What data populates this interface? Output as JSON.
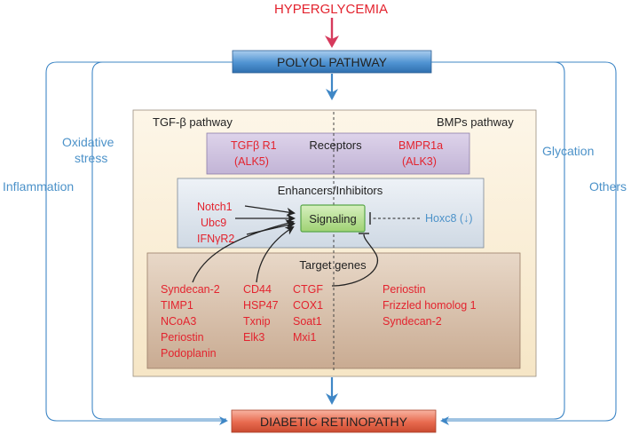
{
  "top_input": "HYPERGLYCEMIA",
  "polyol": "POLYOL PATHWAY",
  "outcome": "DIABETIC RETINOPATHY",
  "side_factors": {
    "inflammation": "Inflammation",
    "oxidative_1": "Oxidative",
    "oxidative_2": "stress",
    "glycation": "Glycation",
    "others": "Others"
  },
  "pathways": {
    "tgf": "TGF-β pathway",
    "bmp": "BMPs pathway"
  },
  "receptors": {
    "title": "Receptors",
    "tgf_1": "TGFβ R1",
    "tgf_2": "(ALK5)",
    "bmp_1": "BMPR1a",
    "bmp_2": "(ALK3)"
  },
  "enhancers": {
    "title": "Enhancers/Inhibitors",
    "items": [
      "Notch1",
      "Ubc9",
      "IFNγR2"
    ],
    "signaling": "Signaling",
    "inhibitor": "Hoxc8 (↓)"
  },
  "target_genes": {
    "title": "Target genes",
    "col1": [
      "Syndecan-2",
      "TIMP1",
      "NCoA3",
      "Periostin",
      "Podoplanin"
    ],
    "col2": [
      "CD44",
      "HSP47",
      "Txnip",
      "Elk3"
    ],
    "col3": [
      "CTGF",
      "COX1",
      "Soat1",
      "Mxi1"
    ],
    "col4": [
      "Periostin",
      "Frizzled homolog 1",
      "Syndecan-2"
    ]
  },
  "colors": {
    "red_text": "#e3232e",
    "blue_text": "#4c92c9",
    "arrow_red": "#d63a5c",
    "arrow_blue": "#3f87c6",
    "outer_box_fill": "#fbf1dd",
    "receptor_fill": "#cfc3de",
    "enhancer_fill": "#dfe6ee",
    "target_fill": "#d9c2ae",
    "signaling_fill": "#b4e090",
    "polyol_fill": "#5b9bd5",
    "outcome_fill": "#ec6f55"
  }
}
